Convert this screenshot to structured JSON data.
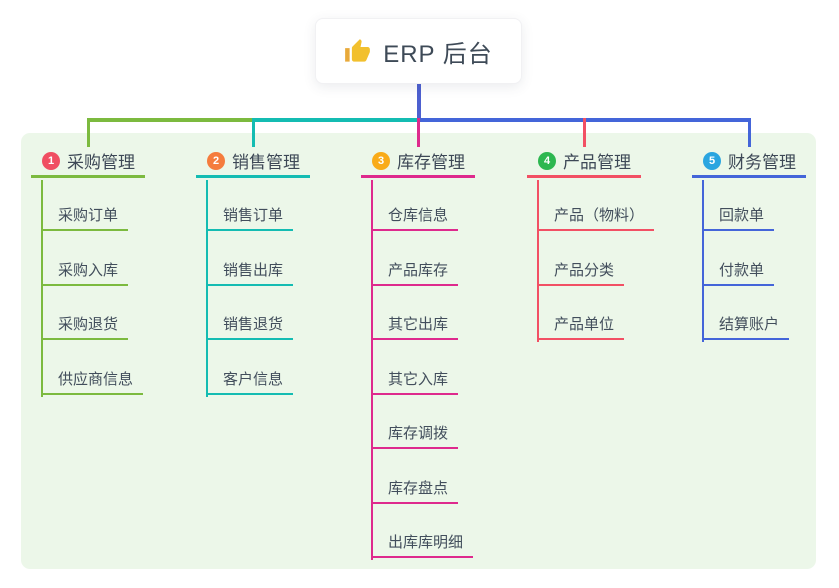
{
  "root": {
    "title": "ERP 后台",
    "icon": "thumbs-up-icon",
    "icon_color": "#f2b92e",
    "card_bg": "#ffffff",
    "text_color": "#3e4a57",
    "line_color": "#4d60d0"
  },
  "canvas": {
    "page_bg": "#ffffff",
    "panel_bg": "#ecf7e9"
  },
  "branches": [
    {
      "num": "1",
      "label": "采购管理",
      "badge_color": "#f04e62",
      "line_color": "#7cba3f",
      "children": [
        "采购订单",
        "采购入库",
        "采购退货",
        "供应商信息"
      ]
    },
    {
      "num": "2",
      "label": "销售管理",
      "badge_color": "#f57c3d",
      "line_color": "#14bcb2",
      "children": [
        "销售订单",
        "销售出库",
        "销售退货",
        "客户信息"
      ]
    },
    {
      "num": "3",
      "label": "库存管理",
      "badge_color": "#f9ab18",
      "line_color": "#de2a8d",
      "children": [
        "仓库信息",
        "产品库存",
        "其它出库",
        "其它入库",
        "库存调拨",
        "库存盘点",
        "出库库明细"
      ]
    },
    {
      "num": "4",
      "label": "产品管理",
      "badge_color": "#2db750",
      "line_color": "#f25064",
      "children": [
        "产品（物料）",
        "产品分类",
        "产品单位"
      ]
    },
    {
      "num": "5",
      "label": "财务管理",
      "badge_color": "#2aa5e0",
      "line_color": "#4465d9",
      "children": [
        "回款单",
        "付款单",
        "结算账户"
      ]
    }
  ]
}
